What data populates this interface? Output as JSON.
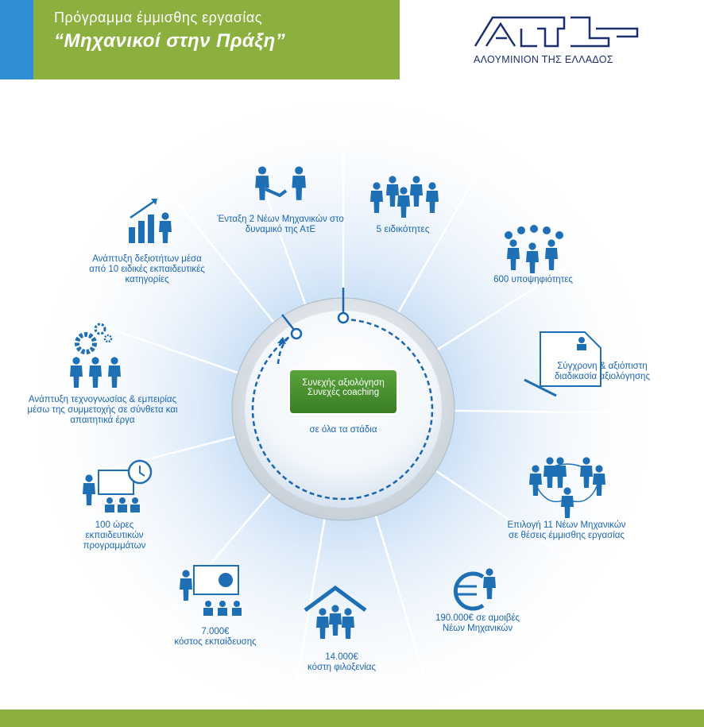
{
  "header": {
    "subtitle": "Πρόγραμμα έμμισθης εργασίας",
    "title": "“Μηχανικοί στην Πράξη”"
  },
  "logo": {
    "text": "ΑΛΟΥΜΙΝΙΟΝ ΤΗΣ ΕΛΛΑΔΟΣ"
  },
  "center": {
    "line1": "Συνεχής αξιολόγηση",
    "line2": "Συνεχές coaching",
    "stages": "σε όλα τα στάδια"
  },
  "items": {
    "integration": "Ένταξη 2 Νέων Μηχανικών στο δυναμικό της ΑτΕ",
    "specialties": "5 ειδικότητες",
    "candidates": "600 υποψηφιότητες",
    "evaluation": "Σύγχρονη & αξιόπιστη διαδικασία αξιολόγησης",
    "selection": "Επιλογή 11 Νέων Μηχανικών σε θέσεις έμμισθης εργασίας",
    "salaries_value": "190.000€ σε αμοιβές",
    "salaries_label": "Νέων Μηχανικών",
    "hosting_value": "14.000€",
    "hosting_label": "κόστη φιλοξενίας",
    "training_value": "7.000€",
    "training_label": "κόστος εκπαίδευσης",
    "hours": "100 ώρες εκπαιδευτικών προγραμμάτων",
    "knowhow": "Ανάπτυξη τεχνογνωσίας & εμπειρίας μέσω της συμμετοχής σε σύνθετα και απαιτητικά έργα",
    "skills": "Ανάπτυξη δεξιοτήτων μέσα από 10 ειδικές εκπαιδευτικές κατηγορίες"
  },
  "colors": {
    "green": "#8bb040",
    "blue_accent": "#2f8fd6",
    "icon_blue": "#1f6fb5",
    "text_blue": "#1b64b0",
    "logo_navy": "#1b2f6d",
    "pill_green": "#4a9630"
  },
  "icons": [
    "handshake-icon",
    "team-icon",
    "crowd-icon",
    "document-icon",
    "network-icon",
    "euro-icon",
    "house-icon",
    "presentation-icon",
    "clock-icon",
    "gears-icon",
    "growth-chart-icon"
  ]
}
